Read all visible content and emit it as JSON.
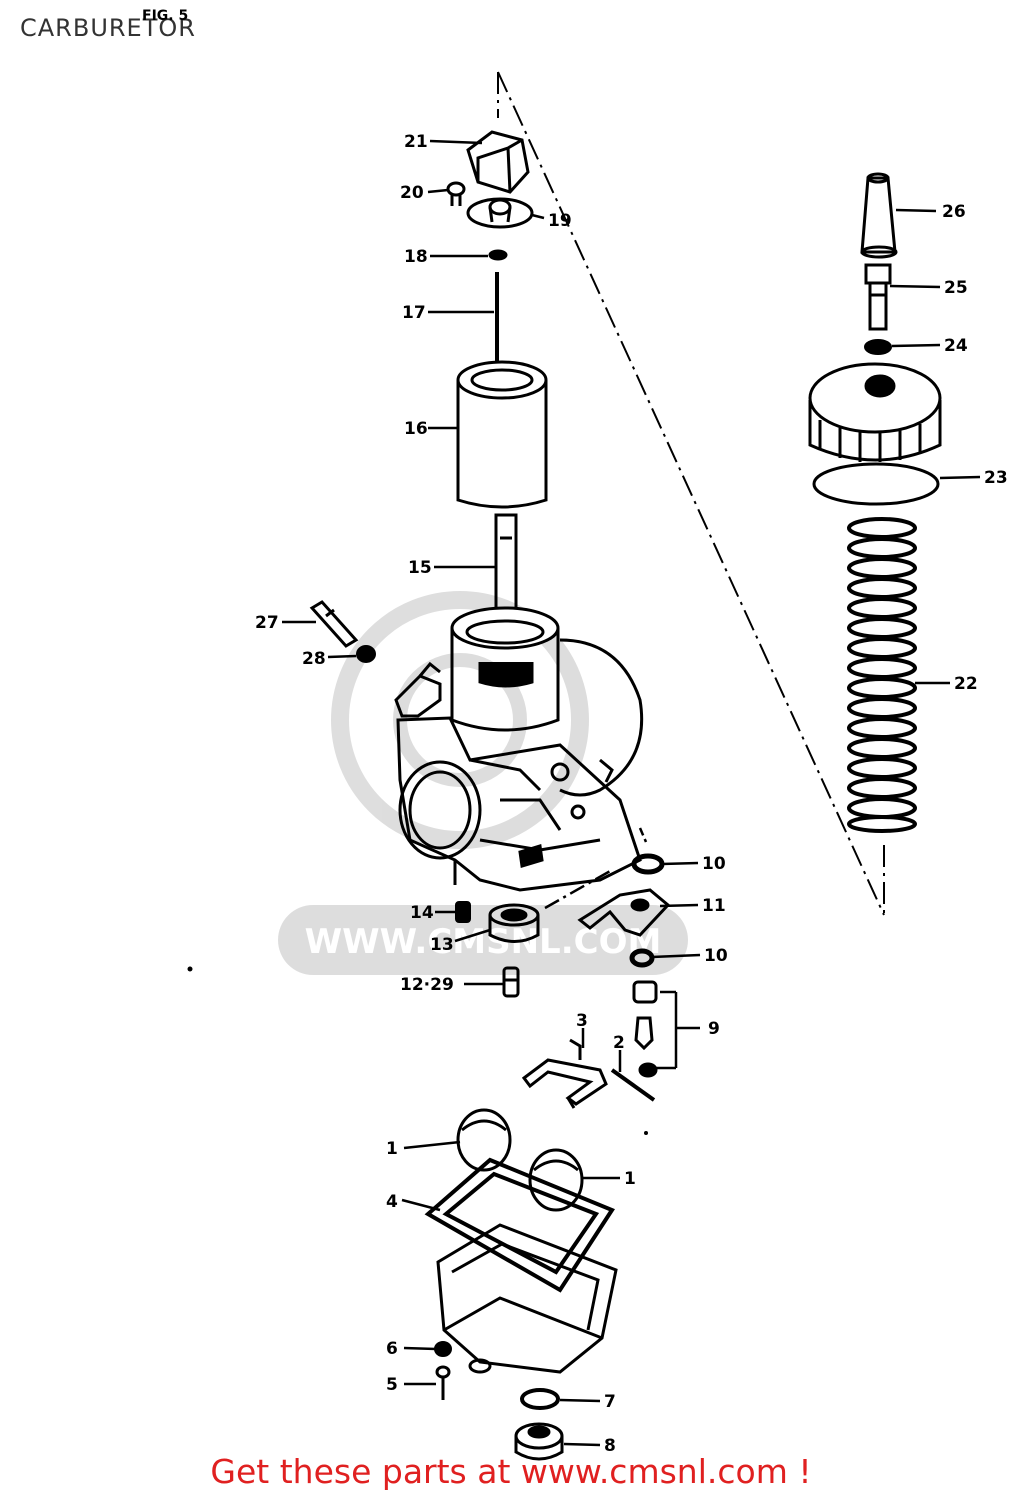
{
  "header": {
    "title": "CARBURETOR",
    "fig_label": "FIG. 5"
  },
  "watermark": {
    "text": "WWW.CMSNL.COM"
  },
  "parts": [
    {
      "label": "21"
    },
    {
      "label": "20"
    },
    {
      "label": "19"
    },
    {
      "label": "18"
    },
    {
      "label": "17"
    },
    {
      "label": "16"
    },
    {
      "label": "15"
    },
    {
      "label": "27"
    },
    {
      "label": "28"
    },
    {
      "label": "26"
    },
    {
      "label": "25"
    },
    {
      "label": "24"
    },
    {
      "label": "23"
    },
    {
      "label": "22"
    },
    {
      "label": "10"
    },
    {
      "label": "11"
    },
    {
      "label": "14"
    },
    {
      "label": "13"
    },
    {
      "label": "10"
    },
    {
      "label": "12·29"
    },
    {
      "label": "9"
    },
    {
      "label": "3"
    },
    {
      "label": "2"
    },
    {
      "label": "1"
    },
    {
      "label": "1"
    },
    {
      "label": "4"
    },
    {
      "label": "6"
    },
    {
      "label": "5"
    },
    {
      "label": "7"
    },
    {
      "label": "8"
    }
  ],
  "footer": {
    "cta": "Get these parts at www.cmsnl.com !"
  }
}
